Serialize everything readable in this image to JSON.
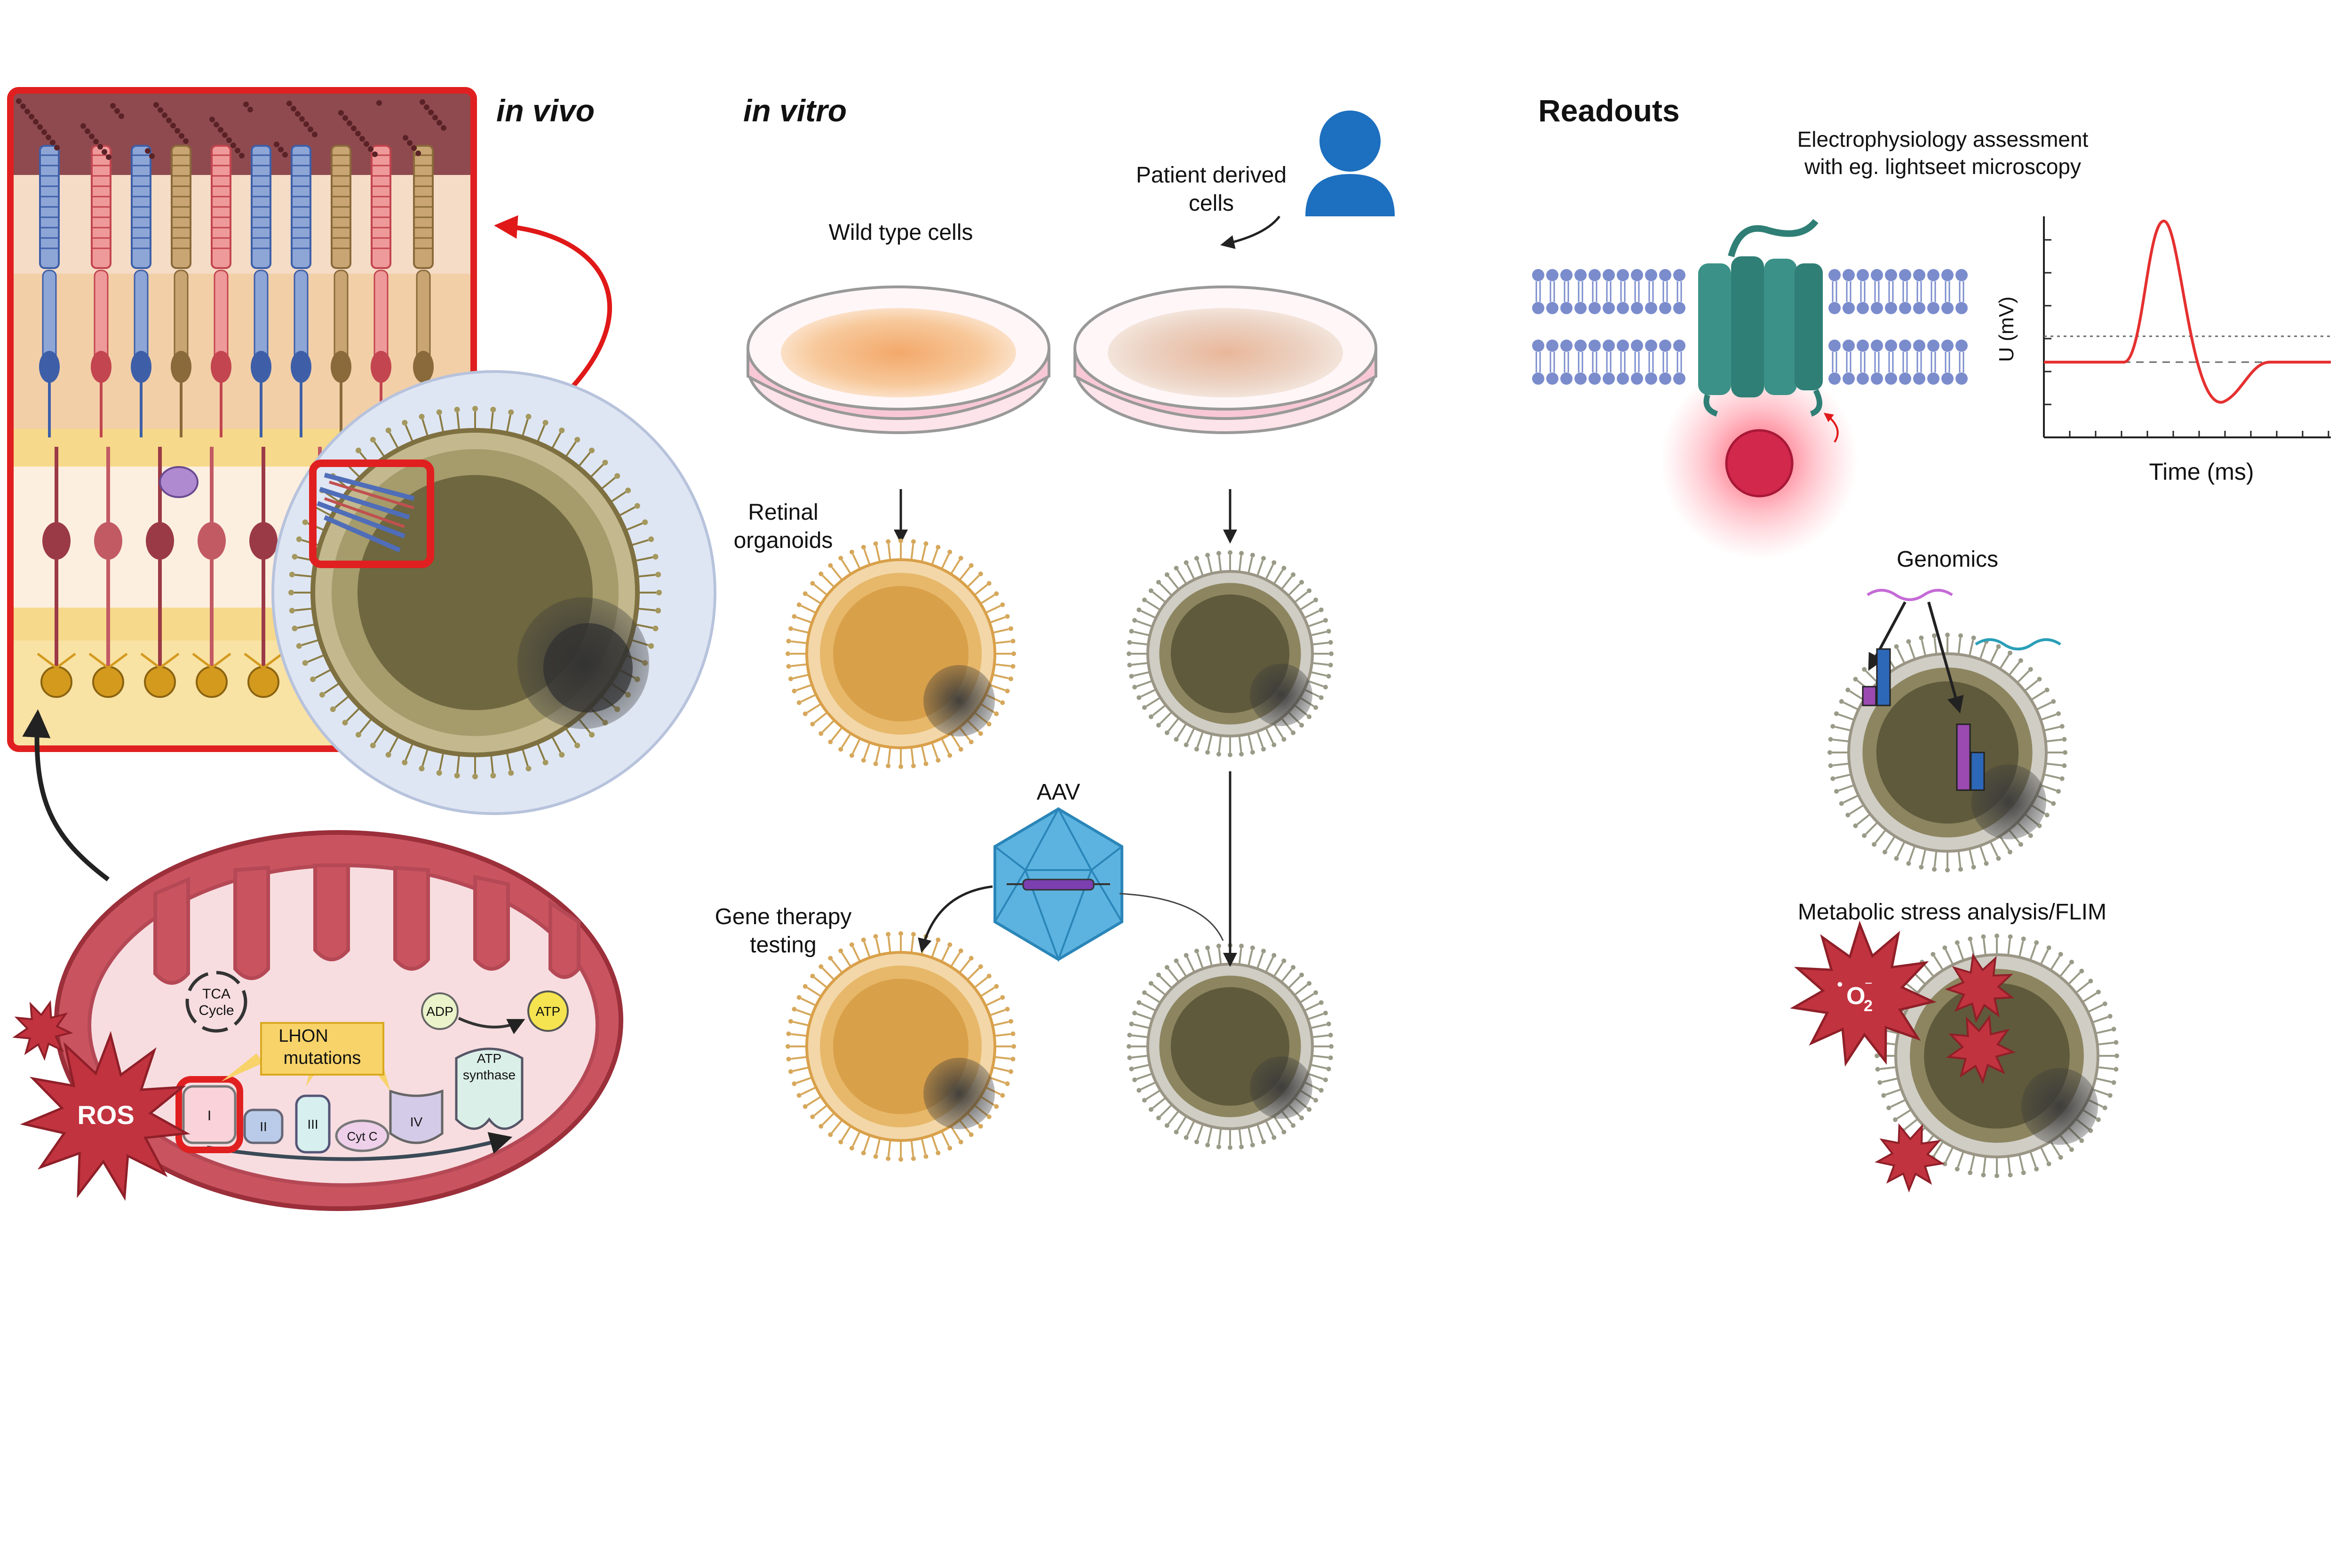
{
  "headers": {
    "in_vivo": "in vivo",
    "in_vitro": "in vitro",
    "readouts": "Readouts"
  },
  "in_vitro": {
    "wild_type": "Wild type cells",
    "patient_line1": "Patient derived",
    "patient_line2": "cells",
    "organoids_line1": "Retinal",
    "organoids_line2": "organoids",
    "aav": "AAV",
    "gene_therapy_line1": "Gene therapy",
    "gene_therapy_line2": "testing"
  },
  "mito": {
    "tca_line1": "TCA",
    "tca_line2": "Cycle",
    "lhon_line1": "LHON",
    "lhon_line2": "mutations",
    "adp": "ADP",
    "atp": "ATP",
    "atp_synthase_line1": "ATP",
    "atp_synthase_line2": "synthase",
    "ros": "ROS",
    "complex_i": "I",
    "complex_ii": "II",
    "complex_iii": "III",
    "cyt_c": "Cyt C",
    "complex_iv": "IV"
  },
  "readouts": {
    "ephys_line1": "Electrophysiology assessment",
    "ephys_line2": "with eg. lightseet microscopy",
    "ylabel": "U (mV)",
    "xlabel": "Time (ms)",
    "genomics": "Genomics",
    "metabolic": "Metabolic stress analysis/FLIM",
    "superoxide": "O",
    "superoxide_sub": "2",
    "superoxide_dot": "•",
    "superoxide_minus": "−"
  },
  "colors": {
    "red_frame": "#e02020",
    "mito_outer": "#c9545f",
    "mito_inner": "#f7dde0",
    "organoid_gold": "#d9a04a",
    "organoid_dark": "#5f5a3c",
    "membrane_blue": "#7b8ccd",
    "channel_teal": "#3b9188",
    "aav_blue": "#5db3e0",
    "trace_red": "#e53030"
  }
}
